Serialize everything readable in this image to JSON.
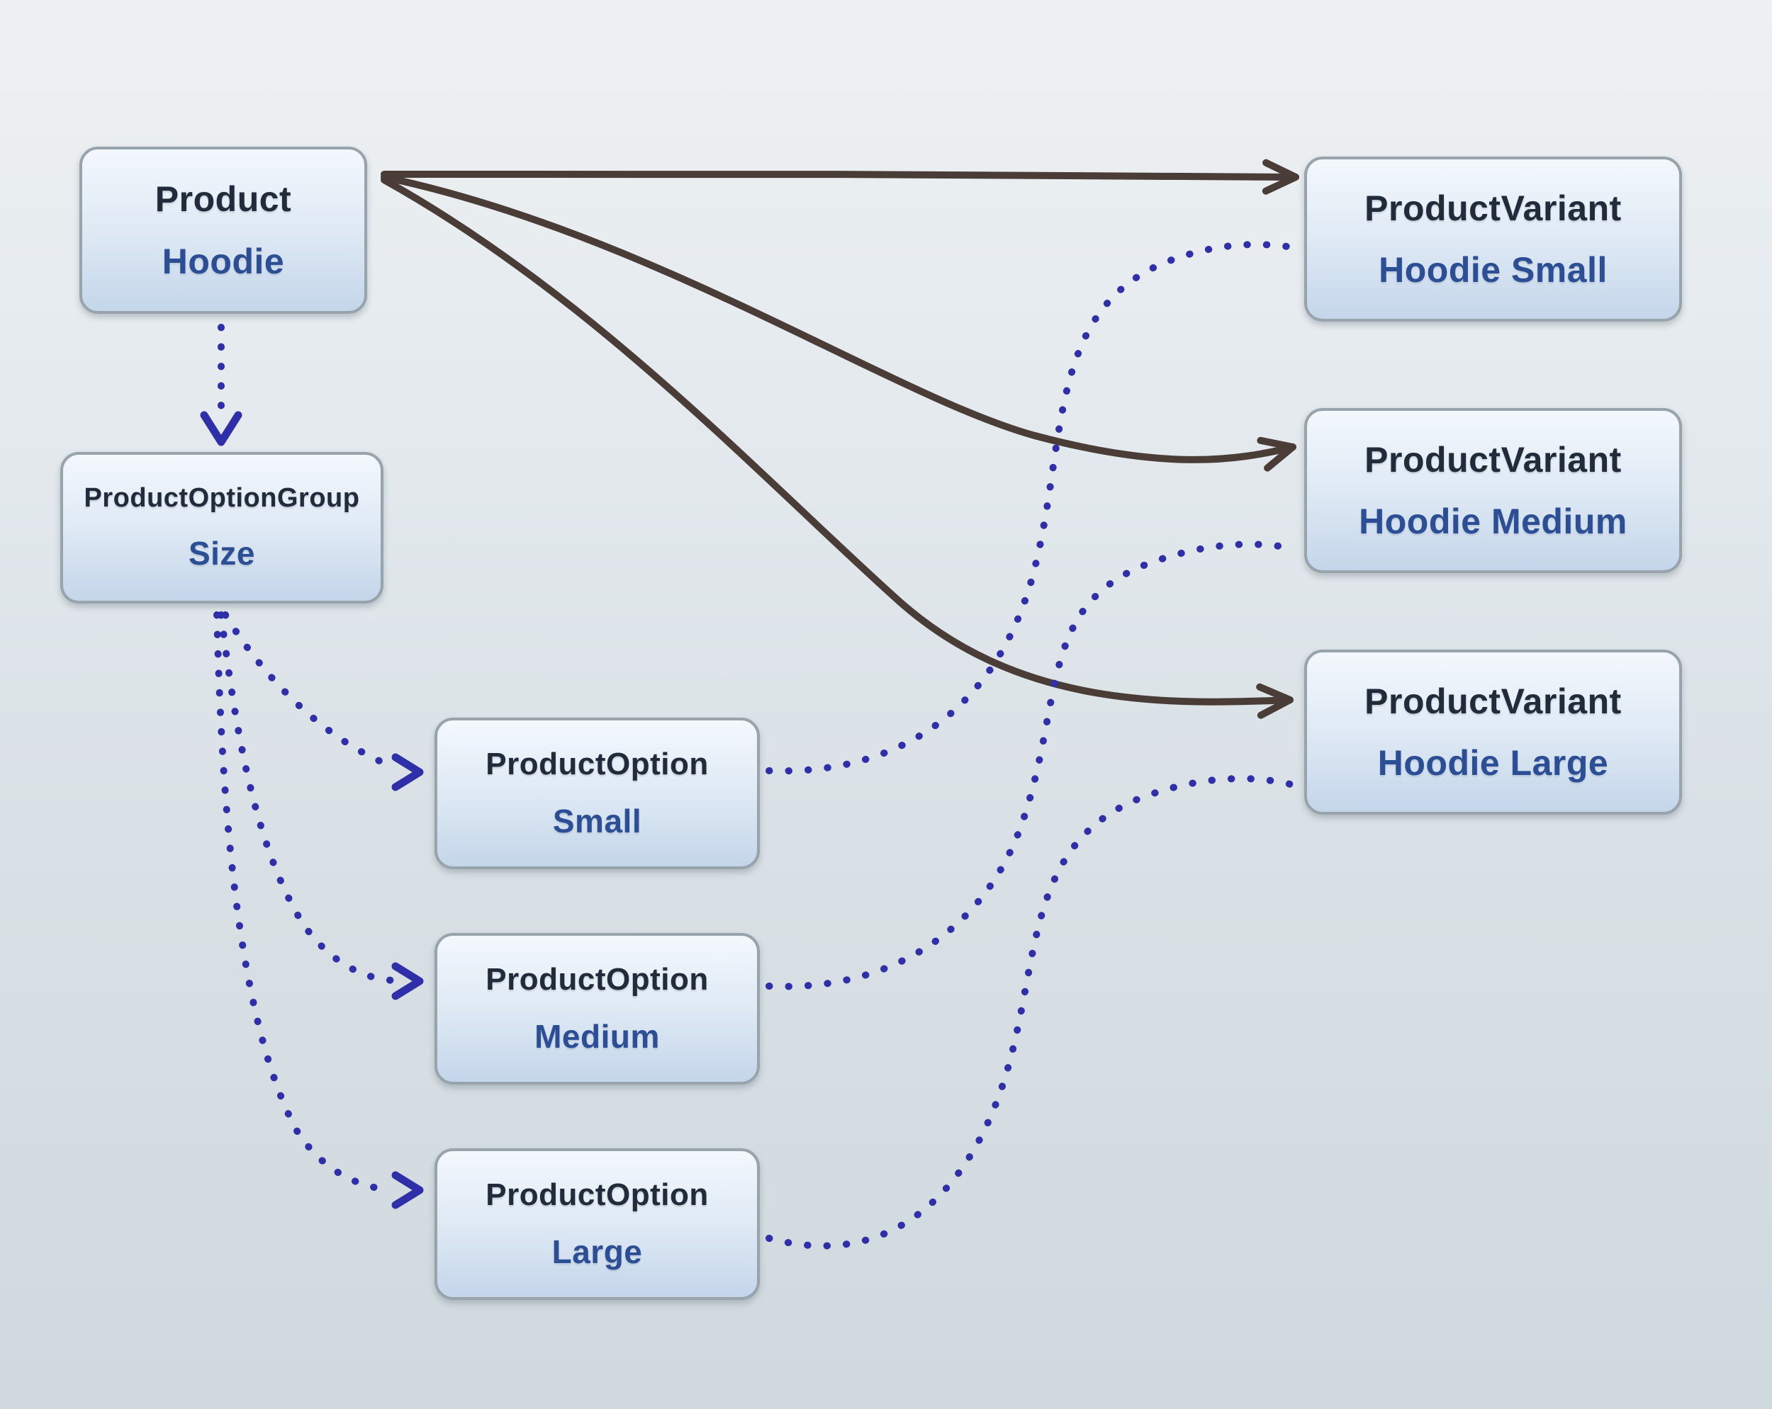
{
  "diagram": {
    "description": "Product to ProductVariant and ProductOptionGroup relationship diagram"
  },
  "nodes": {
    "product": {
      "type": "Product",
      "name": "Hoodie"
    },
    "option_group": {
      "type": "ProductOptionGroup",
      "name": "Size"
    },
    "option_small": {
      "type": "ProductOption",
      "name": "Small"
    },
    "option_medium": {
      "type": "ProductOption",
      "name": "Medium"
    },
    "option_large": {
      "type": "ProductOption",
      "name": "Large"
    },
    "variant_small": {
      "type": "ProductVariant",
      "name": "Hoodie Small"
    },
    "variant_medium": {
      "type": "ProductVariant",
      "name": "Hoodie Medium"
    },
    "variant_large": {
      "type": "ProductVariant",
      "name": "Hoodie Large"
    }
  },
  "edges": [
    {
      "from": "product",
      "to": "variant_small",
      "style": "solid",
      "arrow": "open-v"
    },
    {
      "from": "product",
      "to": "variant_medium",
      "style": "solid",
      "arrow": "open-v"
    },
    {
      "from": "product",
      "to": "variant_large",
      "style": "solid",
      "arrow": "open-v"
    },
    {
      "from": "product",
      "to": "option_group",
      "style": "dotted",
      "arrow": "open-v"
    },
    {
      "from": "option_group",
      "to": "option_small",
      "style": "dotted",
      "arrow": "chevron"
    },
    {
      "from": "option_group",
      "to": "option_medium",
      "style": "dotted",
      "arrow": "chevron"
    },
    {
      "from": "option_group",
      "to": "option_large",
      "style": "dotted",
      "arrow": "chevron"
    },
    {
      "from": "option_small",
      "to": "variant_small",
      "style": "dotted",
      "arrow": "none"
    },
    {
      "from": "option_medium",
      "to": "variant_medium",
      "style": "dotted",
      "arrow": "none"
    },
    {
      "from": "option_large",
      "to": "variant_large",
      "style": "dotted",
      "arrow": "none"
    }
  ],
  "colors": {
    "background_top": "#eef1f3",
    "background_bottom": "#cfd9de",
    "node_border": "#99a3ab",
    "node_fill_top": "#f3f8fd",
    "node_fill_bottom": "#c4d6ea",
    "title_text": "#212b39",
    "value_text": "#2c4e94",
    "solid_edge": "#4a3c37",
    "dotted_edge": "#2e2fa9"
  }
}
